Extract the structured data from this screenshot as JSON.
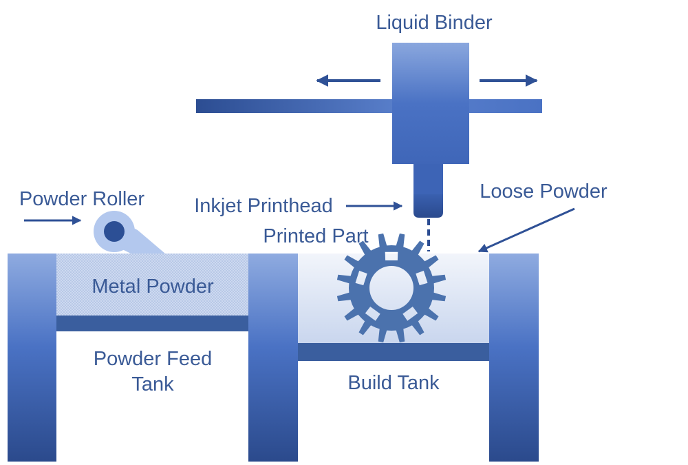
{
  "labels": {
    "liquid_binder": "Liquid Binder",
    "powder_roller": "Powder Roller",
    "inkjet_printhead": "Inkjet Printhead",
    "loose_powder": "Loose Powder",
    "printed_part": "Printed Part",
    "metal_powder": "Metal Powder",
    "powder_feed_tank_line1": "Powder Feed",
    "powder_feed_tank_line2": "Tank",
    "build_tank": "Build Tank"
  },
  "colors": {
    "label_text": "#3a5a96",
    "blue_dark": "#2c4f95",
    "blue_mid": "#4a72c4",
    "blue_light": "#b3c8ee",
    "piston": "#3a5e9e",
    "gear": "#4b72ad",
    "powder_bed": "#e9eef8"
  }
}
